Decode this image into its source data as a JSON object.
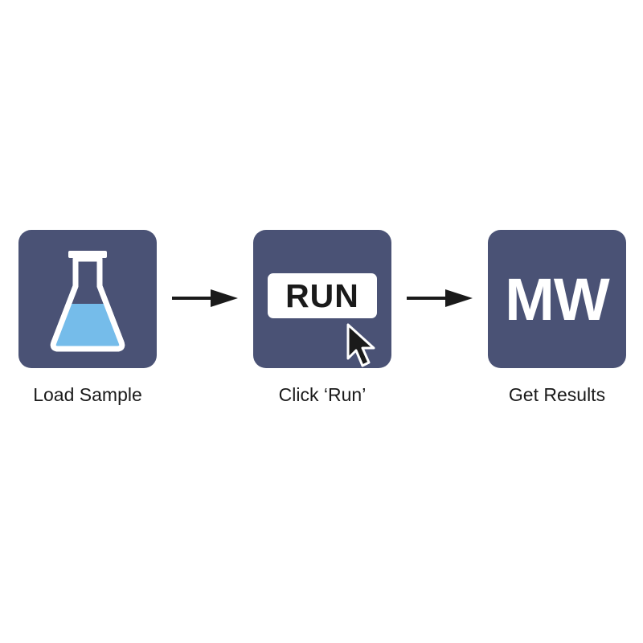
{
  "steps": [
    {
      "icon": "flask-icon",
      "box_text": "",
      "caption": "Load Sample"
    },
    {
      "icon": "cursor-icon",
      "box_text": "RUN",
      "caption": "Click ‘Run’"
    },
    {
      "icon": "",
      "box_text": "MW",
      "caption": "Get Results"
    }
  ],
  "colors": {
    "tile": "#4a5275",
    "flask_liquid": "#75bcea",
    "arrow": "#1a1a1a",
    "text": "#1a1a1a"
  }
}
